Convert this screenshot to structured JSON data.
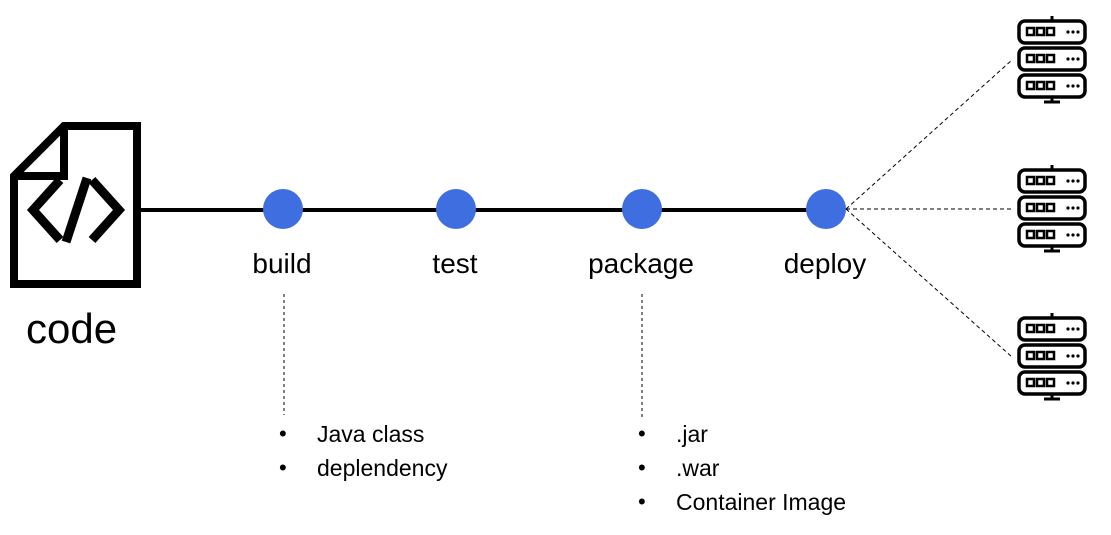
{
  "diagram": {
    "source_label": "code",
    "stages": [
      {
        "id": "build",
        "label": "build"
      },
      {
        "id": "test",
        "label": "test"
      },
      {
        "id": "package",
        "label": "package"
      },
      {
        "id": "deploy",
        "label": "deploy"
      }
    ],
    "build_outputs": [
      "Java class",
      "deplendency"
    ],
    "package_outputs": [
      ".jar",
      ".war",
      "Container Image"
    ],
    "server_icons": [
      "server-rack-icon",
      "server-rack-icon",
      "server-rack-icon"
    ],
    "colors": {
      "stage_dot": "#3f6ee0",
      "line": "#000000",
      "icon_stroke": "#000000"
    }
  }
}
